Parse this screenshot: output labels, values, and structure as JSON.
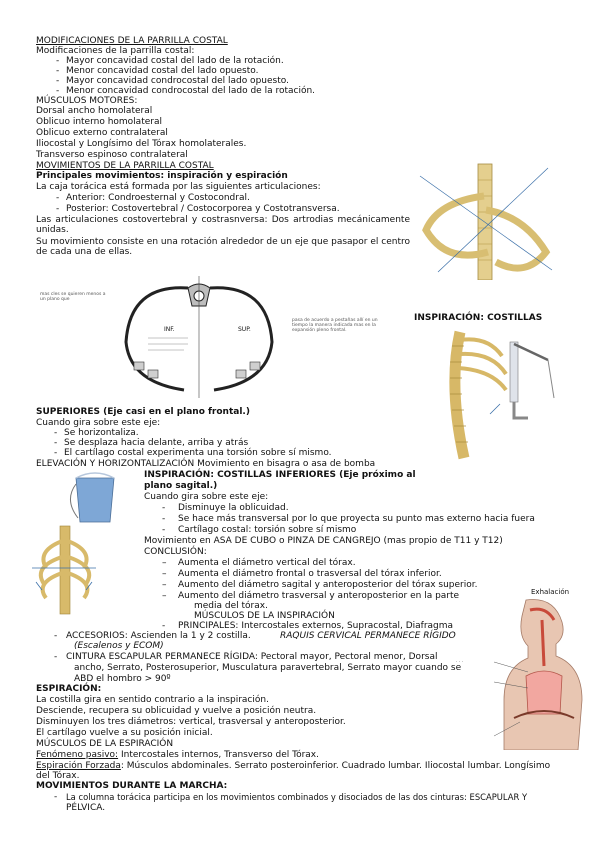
{
  "heading_mods": "MODIFICACIONES DE LA PARRILLA COSTAL",
  "mods_intro": "Modificaciones de la parrilla costal:",
  "mods_items": [
    "Mayor concavidad costal del lado de la rotación.",
    "Menor concavidad costal del lado opuesto.",
    "Mayor concavidad condrocostal del lado opuesto.",
    "Menor concavidad condrocostal del lado de la rotación."
  ],
  "motores_title": "MÚSCULOS MOTORES:",
  "motores_items": [
    "Dorsal ancho homolateral",
    "Oblicuo interno homolateral",
    "Oblicuo externo contralateral",
    "Iliocostal y Longísimo del Tórax homolaterales.",
    "Transverso espinoso contralateral"
  ],
  "heading_movs": "MOVIMIENTOS DE LA PARRILLA COSTAL",
  "principales": "Principales movimientos: inspiración y espiración",
  "caja_intro": "La caja torácica está formada por las siguientes articulaciones:",
  "caja_items": [
    "Anterior: Condroesternal y Costocondral.",
    "Posterior: Costovertebral / Costocorporea y Costotransversa."
  ],
  "artic_text": "Las articulaciones costovertebral y costrasnversa: Dos artrodias mecánicamente unidas.",
  "movimiento_text": "Su movimiento consiste en una rotación alrededor de un eje que pasapor el centro de cada una de ellas.",
  "figA_small": "mas cles se quieren menos a un plano que",
  "figA_inf": "INF.",
  "figA_sup": "SUP.",
  "figA_side": "pasa de acuerdo a pestañas allí en un tiempo la manera indicada mas en la expansión pleno frontal.",
  "insp_costillas": "INSPIRACIÓN:       COSTILLAS",
  "superiores": "SUPERIORES (Eje casi en el plano frontal.)",
  "gira_sup": "Cuando gira sobre este eje:",
  "sup_items": [
    "Se horizontaliza.",
    "Se desplaza hacia delante, arriba y atrás",
    "El cartílago costal experimenta una torsión sobre sí mismo."
  ],
  "elevacion": "ELEVACIÓN Y HORIZONTALIZACIÓN Movimiento en bisagra o asa de bomba",
  "inferiores_1": "INSPIRACIÓN: COSTILLAS INFERIORES (Eje próximo al",
  "inferiores_2": "plano sagital.)",
  "gira_inf": "Cuando gira sobre este eje:",
  "inf_items": [
    "Disminuye la oblicuidad.",
    "Se hace más transversal por lo que proyecta su punto mas externo hacia fuera",
    "Cartílago costal: torsión sobre sí mismo"
  ],
  "asa_cubo": "Movimiento en ASA DE CUBO o PINZA DE CANGREJO (mas propio de T11 y T12)",
  "conclusion": "CONCLUSIÓN:",
  "concl_items": [
    "Aumenta el diámetro vertical del tórax.",
    "Aumenta el diámetro frontal o trasversal del tórax inferior.",
    "Aumento del diámetro sagital y anteroposterior del tórax superior.",
    "Aumento del diámetro trasversal y anteroposterior en la parte"
  ],
  "concl_cont": "media del tórax.",
  "musc_insp": "MÚSCULOS DE LA INSPIRACIÓN",
  "principales_musc": "PRINCIPALES: Intercostales externos, Supracostal, Diafragma",
  "accesorios": "ACCESORIOS:  Ascienden  la  1  y  2  costilla.",
  "accesorios_it": "RAQUIS CERVICAL PERMANECE RÍGIDO",
  "accesorios_it2": "(Escalenos y ECOM)",
  "cintura_1": "CINTURA  ESCAPULAR  PERMANECE  RÍGIDA:  Pectoral  mayor,  Pectoral  menor,  Dorsal",
  "cintura_2": "ancho, Serrato, Posterosuperior, Musculatura paravertebral, Serrato mayor cuando se",
  "cintura_3": "ABD el hombro > 90º",
  "exhalacion": "Exhalación",
  "espiracion": "ESPIRACIÓN:",
  "esp_lines": [
    "La costilla gira en sentido contrario a la inspiración.",
    "Desciende, recupera su oblicuidad y vuelve a posición neutra.",
    "Disminuyen los tres diámetros: vertical, trasversal y anteroposterior.",
    "El cartílago vuelve a su posición inicial."
  ],
  "musc_esp": "MÚSCULOS DE LA ESPIRACIÓN",
  "fen_label": "Fenómeno pasivo:",
  "fen_text": " Intercostales internos, Transverso del Tórax.",
  "forz_label": "Espiración Forzada",
  "forz_text": ": Músculos abdominales. Serrato posteroinferior. Cuadrado lumbar. Iliocostal lumbar. Longísimo",
  "forz_text2": "del Tórax.",
  "marcha": "MOVIMIENTOS DURANTE LA MARCHA:",
  "marcha_1": "La columna torácica participa en los movimientos combinados y disociados de las dos cinturas: ESCAPULAR Y",
  "marcha_2": "PÉLVICA."
}
